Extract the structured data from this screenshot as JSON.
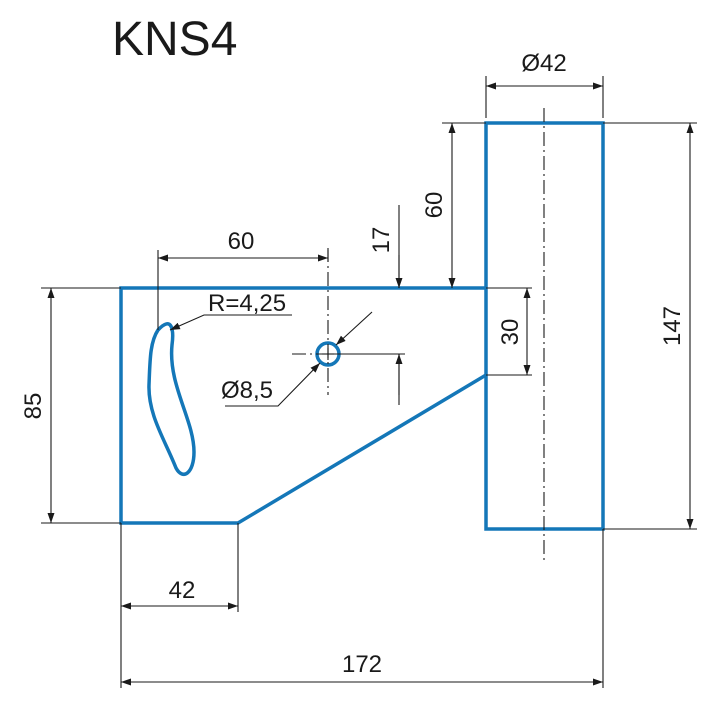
{
  "title": "KNS4",
  "dimensions": {
    "top_diameter": "Ø42",
    "total_height": "147",
    "upper_height": "60",
    "hole_offset_v": "17",
    "hole_offset_h": "60",
    "plate_height": "85",
    "step_30": "30",
    "base_length": "42",
    "total_length": "172",
    "radius": "R=4,25",
    "hole_diameter": "Ø8,5"
  },
  "colors": {
    "part_outline": "#1477b8",
    "dimension_lines": "#1a1a1a"
  }
}
